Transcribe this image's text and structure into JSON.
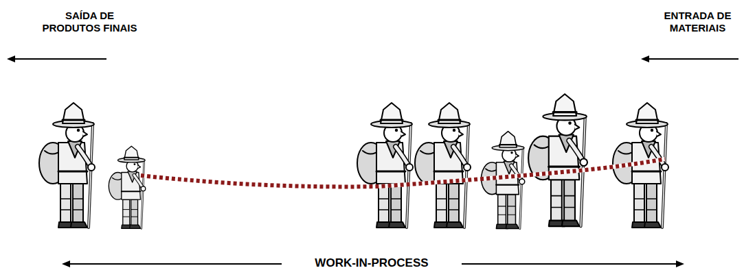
{
  "diagram": {
    "labels": [
      "SAÍDA DE PRODUTOS FINAIS",
      "ENTRADA DE MATERIAIS",
      "WORK-IN-PROCESS"
    ]
  }
}
